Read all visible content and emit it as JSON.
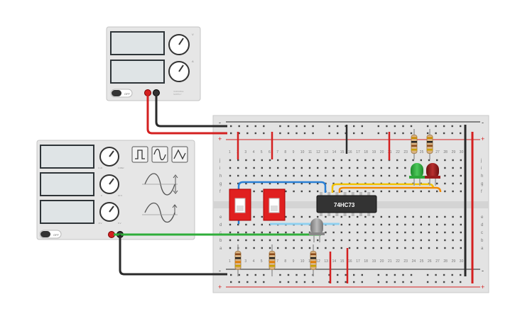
{
  "power_supply": {
    "switch_label": "OFF",
    "ch1_unit": "V",
    "ch2_unit": "A",
    "brand_line1": "VARIABLE",
    "brand_line2": "SUPPLY"
  },
  "function_generator": {
    "switch_label": "OFF",
    "waveforms": [
      "square",
      "sine",
      "triangle"
    ],
    "knob_labels": {
      "freq_min": "1 Hz",
      "freq_max": "1 MHz",
      "amp_min": "0",
      "amp_max": "10 V",
      "off_min": "-5 V",
      "off_max": "5 V"
    }
  },
  "breadboard": {
    "row_letters_top": [
      "j",
      "i",
      "h",
      "g",
      "f"
    ],
    "row_letters_bottom": [
      "e",
      "d",
      "c",
      "b",
      "a"
    ],
    "column_numbers": [
      "1",
      "2",
      "3",
      "4",
      "5",
      "6",
      "7",
      "8",
      "9",
      "10",
      "11",
      "12",
      "13",
      "14",
      "15",
      "16",
      "17",
      "18",
      "19",
      "20",
      "21",
      "22",
      "23",
      "24",
      "25",
      "26",
      "27",
      "28",
      "29",
      "30"
    ],
    "rail_plus": "+",
    "rail_minus": "-"
  },
  "chip": {
    "label": "74HC73"
  },
  "colors": {
    "wire_red": "#d42020",
    "wire_black": "#2a2a2a",
    "wire_green": "#2fae3a",
    "wire_blue": "#2a7fd4",
    "wire_yellow": "#f2c200",
    "wire_orange": "#f28a00",
    "wire_lightblue": "#8fd0f0",
    "led_green": "#2fa83a",
    "led_red": "#9a1e1e",
    "switch_red": "#e02020"
  }
}
